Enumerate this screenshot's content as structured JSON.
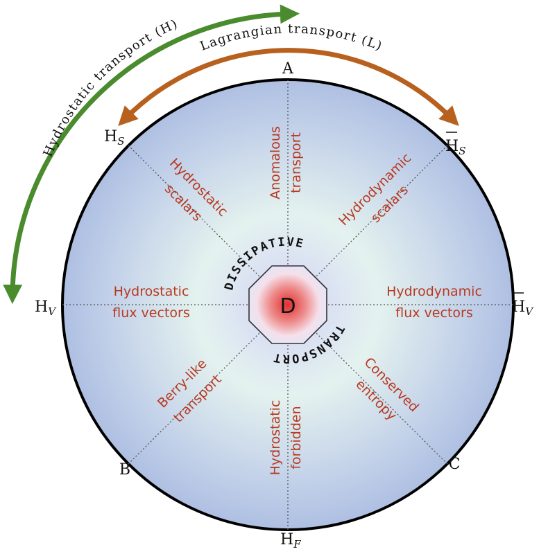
{
  "arcs": {
    "hydrostatic": {
      "label": "Hydrostatic transport (H)",
      "color": "#4a8b2e"
    },
    "lagrangian": {
      "label": "Lagrangian transport (L)",
      "color": "#b8601e"
    }
  },
  "vertices": {
    "A": "A",
    "B": "B",
    "C": "C",
    "HS": {
      "base": "H",
      "sub": "S"
    },
    "HSbar": {
      "base": "H",
      "sub": "S"
    },
    "HV": {
      "base": "H",
      "sub": "V"
    },
    "HVbar": {
      "base": "H",
      "sub": "V"
    },
    "HF": {
      "base": "H",
      "sub": "F"
    }
  },
  "sectors": {
    "anomalous": [
      "Anomalous",
      "transport"
    ],
    "hydrostatic_scalars": [
      "Hydrostatic",
      "scalars"
    ],
    "hydrodynamic_scalars": [
      "Hydrodynamic",
      "scalars"
    ],
    "hydrostatic_flux": [
      "Hydrostatic",
      "flux vectors"
    ],
    "hydrodynamic_flux": [
      "Hydrodynamic",
      "flux vectors"
    ],
    "berry": [
      "Berry-like",
      "transport"
    ],
    "conserved_entropy": [
      "Conserved",
      "entropy"
    ],
    "hydrostatic_forbidden": [
      "Hydrostatic",
      "forbidden"
    ]
  },
  "center": {
    "label": "D",
    "dissipative": "DISSIPATIVE",
    "transport": "TRANSPORT"
  },
  "colors": {
    "sector_text": "#b8391f",
    "disk_outer": "#aebee2",
    "disk_inner": "#e6f3ee",
    "center_red": "#e03a3a"
  }
}
